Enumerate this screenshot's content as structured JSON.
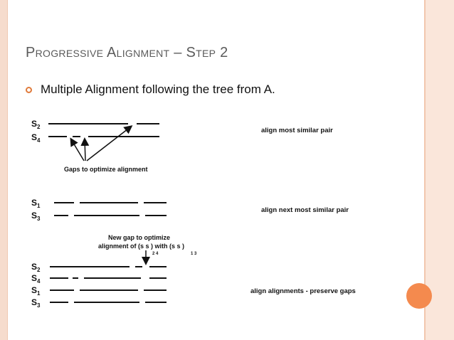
{
  "slide": {
    "title": "Progressive Alignment – Step 2",
    "bullet": "Multiple Alignment following the tree from A."
  },
  "figure": {
    "seq_letter": "S",
    "panel1": {
      "labels": [
        "2",
        "4"
      ],
      "note": "Gaps to optimize alignment",
      "caption": "align most similar pair"
    },
    "panel2": {
      "labels": [
        "1",
        "3"
      ],
      "caption": "align next most similar pair"
    },
    "panel3": {
      "note_line1": "New gap to optimize",
      "note_line2": "alignment of (s s ) with (s s )",
      "sub_left": "2  4",
      "sub_right": "1  3",
      "labels": [
        "2",
        "4",
        "1",
        "3"
      ],
      "caption": "align alignments - preserve gaps"
    }
  },
  "colors": {
    "accent": "#f48a4e",
    "border": "#f6dccd",
    "title": "#5a5a5a"
  }
}
